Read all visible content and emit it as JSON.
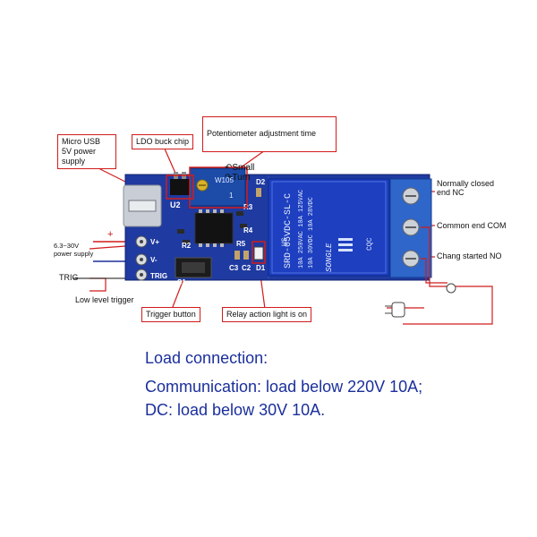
{
  "callouts": {
    "micro_usb": "Micro USB\n5V power\nsupply",
    "ldo": "LDO buck chip",
    "potentiometer_title": "Potentiometer adjustment time",
    "pot_small": "Small",
    "pot_turn": "Turn",
    "trigger_button": "Trigger button",
    "relay_light": "Relay action light is on"
  },
  "tags": {
    "supply_range": "6.3~30V\npower supply",
    "trig": "TRIG",
    "low_level": "Low level trigger",
    "nc": "Normally closed\nend NC",
    "com": "Common end COM",
    "no": "Chang started NO",
    "plus": "+",
    "minus": "–"
  },
  "pcb_labels": {
    "u2": "U2",
    "d2": "D2",
    "vplus": "V+",
    "vminus": "V-",
    "trig": "TRIG",
    "r2": "R2",
    "r3": "R3",
    "r4": "R4",
    "r5": "R5",
    "s1": "S1",
    "c3": "C3",
    "c2": "C2",
    "d1": "D1",
    "pot_code": "W105",
    "pot_value": "1"
  },
  "relay": {
    "model": "SRD-05VDC-SL-C",
    "rating1": "10A 250VAC  10A 125VAC",
    "rating2": "10A 30VDC  10A 28VDC",
    "brand": "SONGLE",
    "ul": "US",
    "cqc": "CQC"
  },
  "description": {
    "heading": "Load connection:",
    "line1": "Communication: load below 220V 10A;",
    "line2": "DC: load below 30V 10A."
  },
  "colors": {
    "pcb": "#1f3aa0",
    "relay": "#1d3fc0",
    "callout_border": "#d11c1c",
    "text_blue": "#1b2f9c"
  }
}
